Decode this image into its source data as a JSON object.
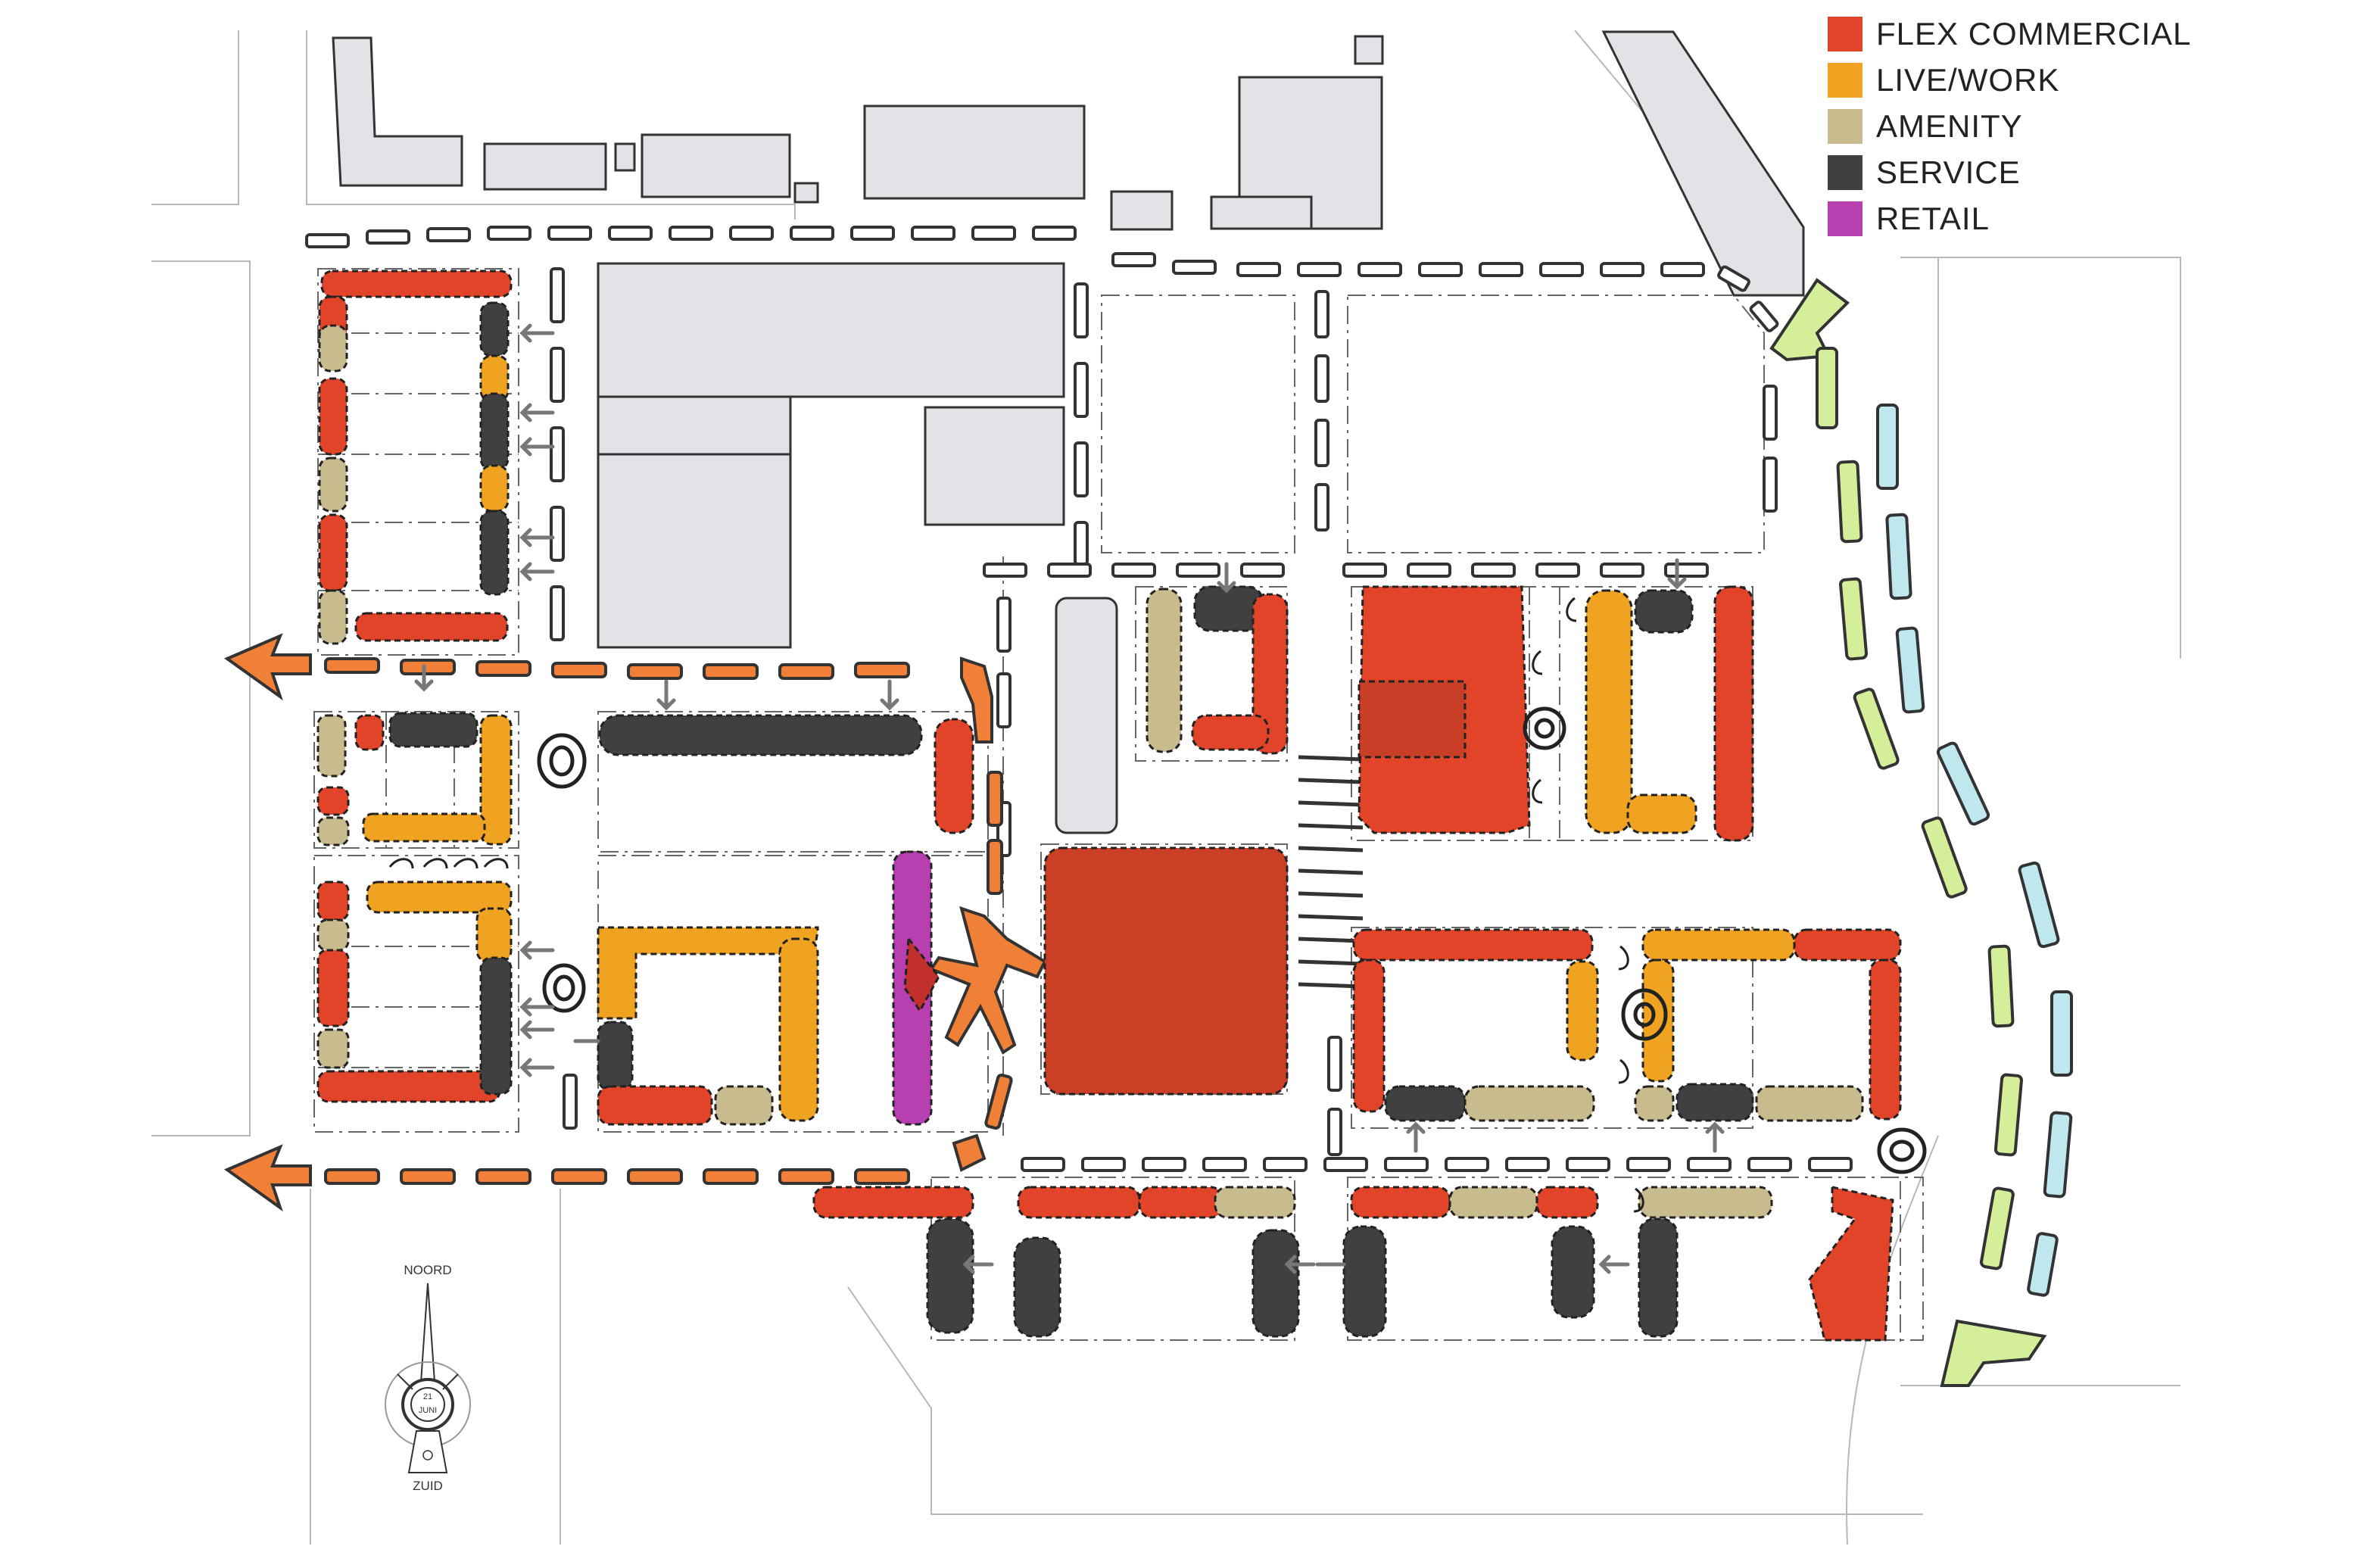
{
  "legend": {
    "items": [
      {
        "label": "FLEX COMMERCIAL",
        "color": "#e2442a"
      },
      {
        "label": "LIVE/WORK",
        "color": "#f0a321"
      },
      {
        "label": "AMENITY",
        "color": "#c8bb8e"
      },
      {
        "label": "SERVICE",
        "color": "#404040"
      },
      {
        "label": "RETAIL",
        "color": "#b83fb0"
      }
    ]
  },
  "compass": {
    "north": "NOORD",
    "south": "ZUID",
    "date_day": "21",
    "date_month": "JUNI"
  },
  "colors": {
    "flex_commercial": "#e2442a",
    "live_work": "#f0a321",
    "amenity": "#c8bb8e",
    "service": "#404040",
    "retail": "#b83fb0",
    "main_route": "#f07f38",
    "green_route": "#d4ee9a",
    "blue_route": "#bfe8ee",
    "building_gray": "#e2e3e6"
  }
}
